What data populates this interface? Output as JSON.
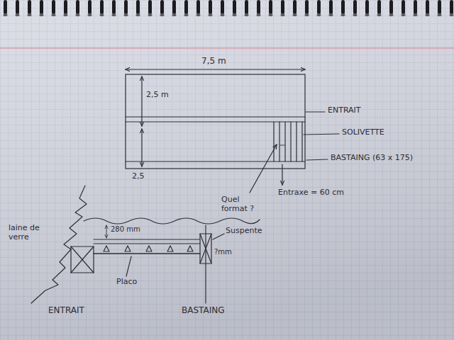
{
  "diagram": {
    "labels": [
      "7,5 m",
      "2,5 m",
      "2,5",
      "ENTRAIT",
      "SOLIVETTE",
      "BASTAING (63 x 175)",
      "Quel format ?",
      "Entraxe = 60 cm",
      "laine de verre",
      "280 mm",
      "Suspente",
      "Placo",
      "?mm",
      "ENTRAIT",
      "BASTAING"
    ]
  }
}
